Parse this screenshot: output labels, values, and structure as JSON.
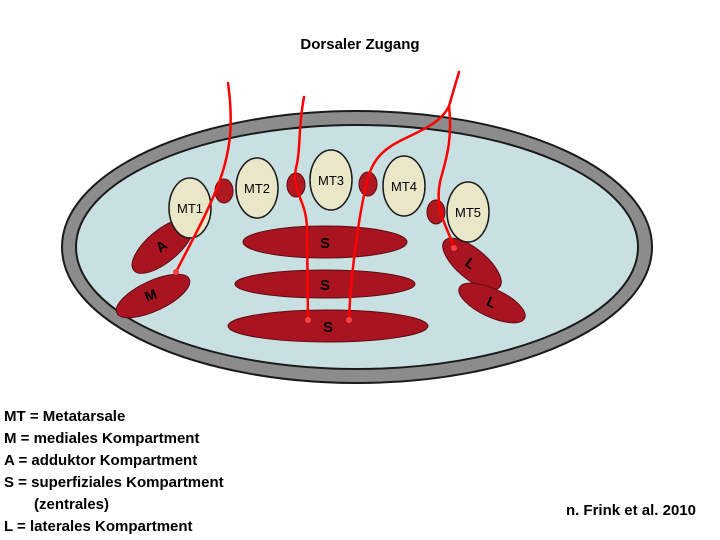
{
  "title": "Dorsaler Zugang",
  "credit": "n. Frink et al. 2010",
  "colors": {
    "interior_blue": "#c9e0e3",
    "ring_gray": "#8c8c8c",
    "compartment_red": "#a81420",
    "intermetatarsal_red": "#b0181f",
    "metatarsal_beige": "#eae7c9",
    "incision_line_red": "#ff0000",
    "outline_black": "#1a1a1a"
  },
  "diagram": {
    "metatarsals": [
      {
        "label": "MT1"
      },
      {
        "label": "MT2"
      },
      {
        "label": "MT3"
      },
      {
        "label": "MT4"
      },
      {
        "label": "MT5"
      }
    ],
    "compartments": {
      "superficial": [
        "S",
        "S",
        "S"
      ],
      "adductor": "A",
      "medial": "M",
      "lateral_upper": "L",
      "lateral_lower": "L"
    }
  },
  "legend": {
    "lines": [
      "MT = Metatarsale",
      "M = mediales Kompartment",
      "A = adduktor Kompartment",
      "S = superfiziales Kompartment",
      "(zentrales)",
      "L = laterales Kompartment"
    ]
  }
}
